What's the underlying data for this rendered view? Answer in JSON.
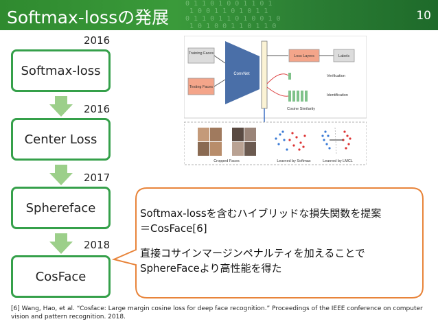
{
  "header": {
    "title": "Softmax-lossの発展",
    "page_number": "10"
  },
  "steps": [
    {
      "label": "Softmax-loss",
      "year": "2016"
    },
    {
      "label": "Center Loss",
      "year": "2016"
    },
    {
      "label": "Sphereface",
      "year": "2017"
    },
    {
      "label": "CosFace",
      "year": "2018"
    }
  ],
  "figure": {
    "training_faces": "Training Faces",
    "testing_faces": "Testing Faces",
    "convnet": "ConvNet",
    "loss_layers": "Loss Layers",
    "labels": "Labels",
    "verification": "Verification",
    "identification": "Identification",
    "cosine_similarity": "Cosine Similarity",
    "cropped_faces": "Cropped Faces",
    "learned_softmax": "Learned by Softmax",
    "learned_lmcl": "Learned by LMCL"
  },
  "callout": {
    "line1": "Softmax-lossを含むハイブリッドな損失関数を提案",
    "line2": "＝CosFace[6]",
    "line3": "直接コサインマージンペナルティを加えることで",
    "line4": "SphereFaceより高性能を得た"
  },
  "reference": "[6] Wang, Hao, et al. “Cosface: Large margin cosine loss for deep face recognition.” Proceedings of the IEEE conference on computer vision and pattern recognition. 2018.",
  "colors": {
    "green": "#35a04a",
    "orange": "#e8843a"
  }
}
